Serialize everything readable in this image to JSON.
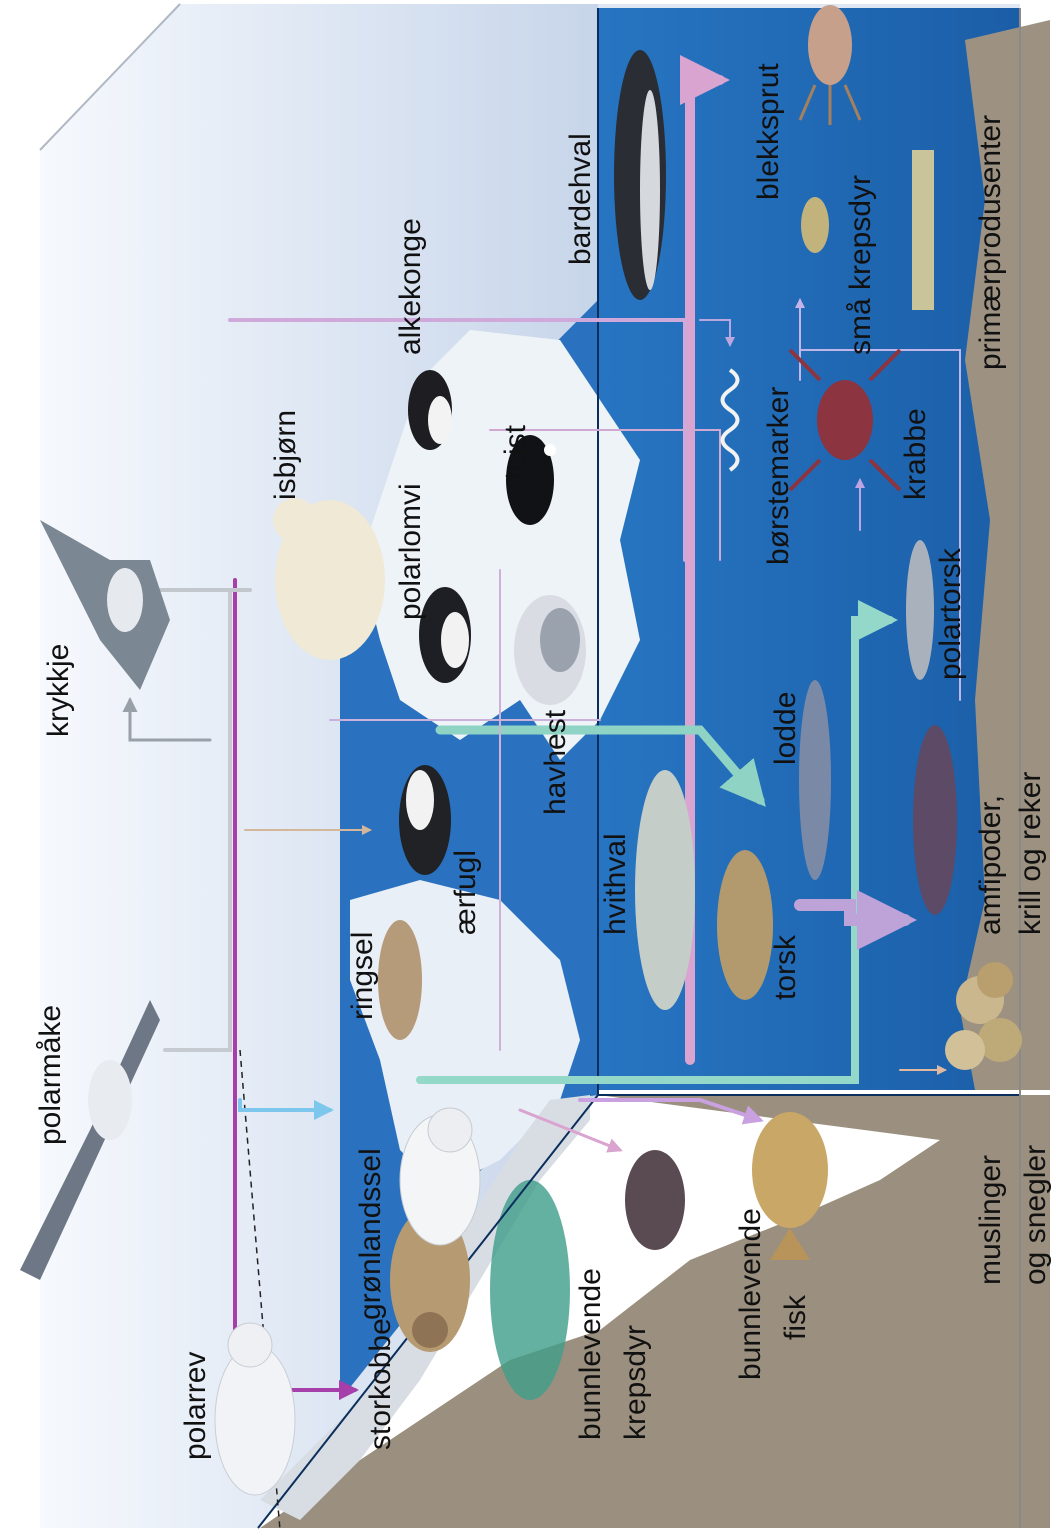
{
  "colors": {
    "sky_top": "#ffffff",
    "sky_bottom": "#c9d6ea",
    "water": "#1f6fbd",
    "water_deep": "#1a5fa8",
    "seafloor": "#9e9281",
    "ice": "#eef3f8",
    "arrow_pink": "#d48fc2",
    "arrow_purple": "#b98fd6",
    "arrow_magenta": "#a43aa8",
    "arrow_teal": "#8fd6c8",
    "arrow_lightblue": "#7fc6ea",
    "arrow_grey": "#b8bcc4",
    "arrow_lilac": "#c4a6dc"
  },
  "labels": {
    "polarrev": "polarrev",
    "storkobbe": "storkobbe",
    "gronlandssel": "grønlandssel",
    "polarmake": "polarmåke",
    "krykkje": "krykkje",
    "isbjorn": "isbjørn",
    "alkekonge": "alkekonge",
    "ringsel": "ringsel",
    "aerfugl": "ærfugl",
    "polarlomvi": "polarlomvi",
    "teist": "teist",
    "havhest": "havhest",
    "hvithval": "hvithval",
    "bardehval": "bardehval",
    "torsk": "torsk",
    "lodde": "lodde",
    "polartorsk": "polartorsk",
    "borstemarker": "børstemarker",
    "krabbe": "krabbe",
    "blekksprut": "blekksprut",
    "sma_krepsdyr": "små krepsdyr",
    "primaerprodusenter": "primærprodusenter",
    "amfipoder_line1": "amfipoder,",
    "amfipoder_line2": "krill og reker",
    "muslinger_line1": "muslinger",
    "muslinger_line2": "og snegler",
    "bunn_fisk_line1": "bunnlevende",
    "bunn_fisk_line2": "fisk",
    "bunn_kreps_line1": "bunnlevende",
    "bunn_kreps_line2": "krepsdyr"
  },
  "animals": [
    {
      "id": "polarrev",
      "icon": "arctic-fox-icon"
    },
    {
      "id": "storkobbe",
      "icon": "bearded-seal-icon"
    },
    {
      "id": "gronlandssel",
      "icon": "harp-seal-icon"
    },
    {
      "id": "polarmake",
      "icon": "glaucous-gull-icon"
    },
    {
      "id": "krykkje",
      "icon": "kittiwake-icon"
    },
    {
      "id": "isbjorn",
      "icon": "polar-bear-icon"
    },
    {
      "id": "alkekonge",
      "icon": "little-auk-icon"
    },
    {
      "id": "ringsel",
      "icon": "ringed-seal-icon"
    },
    {
      "id": "aerfugl",
      "icon": "eider-icon"
    },
    {
      "id": "polarlomvi",
      "icon": "guillemot-icon"
    },
    {
      "id": "teist",
      "icon": "black-guillemot-icon"
    },
    {
      "id": "havhest",
      "icon": "fulmar-icon"
    },
    {
      "id": "hvithval",
      "icon": "beluga-icon"
    },
    {
      "id": "bardehval",
      "icon": "baleen-whale-icon"
    },
    {
      "id": "torsk",
      "icon": "cod-icon"
    },
    {
      "id": "lodde",
      "icon": "capelin-icon"
    },
    {
      "id": "polartorsk",
      "icon": "polar-cod-icon"
    },
    {
      "id": "borstemarker",
      "icon": "polychaete-icon"
    },
    {
      "id": "krabbe",
      "icon": "crab-icon"
    },
    {
      "id": "blekksprut",
      "icon": "squid-icon"
    },
    {
      "id": "sma_krepsdyr",
      "icon": "copepod-icon"
    },
    {
      "id": "primaerprodusenter",
      "icon": "algae-icon"
    },
    {
      "id": "amfipoder",
      "icon": "shrimp-icon"
    },
    {
      "id": "muslinger",
      "icon": "shells-icon"
    },
    {
      "id": "bunnlevende_fisk",
      "icon": "flatfish-icon"
    },
    {
      "id": "bunnlevende_krepsdyr",
      "icon": "bottom-crab-icon"
    }
  ]
}
